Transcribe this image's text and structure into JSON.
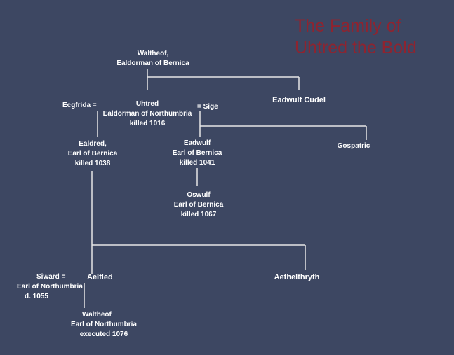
{
  "title": {
    "line1": "The Family of",
    "line2": "Uhtred the Bold"
  },
  "people": {
    "waltheof_elder": {
      "name": "Waltheof,",
      "title": "Ealdorman of Bernica"
    },
    "eadwulf_cudel": {
      "name": "Eadwulf Cudel"
    },
    "ecgfrida": {
      "name": "Ecgfrida ="
    },
    "uhtred": {
      "name": "Uhtred",
      "title": "Ealdorman of Northumbria",
      "note": "killed 1016"
    },
    "sige": {
      "name": "= Sige"
    },
    "ealdred": {
      "name": "Ealdred,",
      "title": "Earl of Bernica",
      "note": "killed 1038"
    },
    "eadwulf": {
      "name": "Eadwulf",
      "title": "Earl of Bernica",
      "note": "killed 1041"
    },
    "gospatric": {
      "name": "Gospatric"
    },
    "oswulf": {
      "name": "Oswulf",
      "title": "Earl of Bernica",
      "note": "killed 1067"
    },
    "siward": {
      "name": "Siward =",
      "title": "Earl of Northumbria",
      "note": "d. 1055"
    },
    "aelfled": {
      "name": "Aelfled"
    },
    "aethelthryth": {
      "name": "Aethelthryth"
    },
    "waltheof_younger": {
      "name": "Waltheof",
      "title": "Earl of Northumbria",
      "note": "executed  1076"
    }
  },
  "colors": {
    "background": "#3d4762",
    "title": "#8e2430",
    "text": "#ffffff",
    "lines": "#e6e6e6"
  }
}
